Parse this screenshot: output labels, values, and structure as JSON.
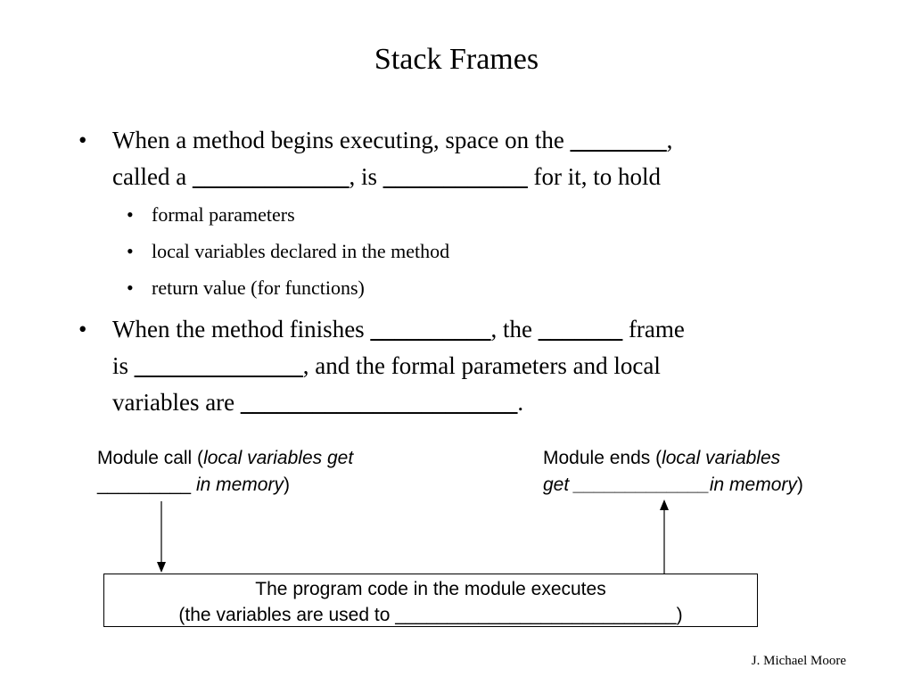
{
  "title": "Stack Frames",
  "bullet1": {
    "line1_a": "When a method begins executing, space on the ",
    "blank1": "________",
    "line1_b": ",",
    "line2_a": "called a ",
    "blank2": "_____________",
    "line2_b": ", is ",
    "blank3": "____________",
    "line2_c": " for it, to hold"
  },
  "sub_bullets": [
    "formal parameters",
    "local variables declared in the method",
    "return value (for functions)"
  ],
  "bullet2": {
    "line1_a": "When the method finishes ",
    "blank1": "__________",
    "line1_b": ", the ",
    "blank2": "_______",
    "line1_c": " frame",
    "line2_a": "is ",
    "blank3": "______________",
    "line2_b": ", and the formal parameters and local",
    "line3_a": "variables are ",
    "blank4": "_______________________",
    "line3_b": "."
  },
  "module_call": {
    "text_a": "Module call (",
    "italic_a": "local variables get",
    "blank": "_________",
    "italic_b": " in memory",
    "text_b": ")"
  },
  "module_ends": {
    "text_a": "Module ends (",
    "italic_a": "local variables",
    "italic_b": "get ",
    "blank": "_____________",
    "italic_c": "in memory",
    "text_b": ")"
  },
  "box": {
    "line1": "The program code in the module executes",
    "line2_a": "(the variables are used to ",
    "blank": "___________________________",
    "line2_b": ")"
  },
  "footer": "J. Michael Moore"
}
